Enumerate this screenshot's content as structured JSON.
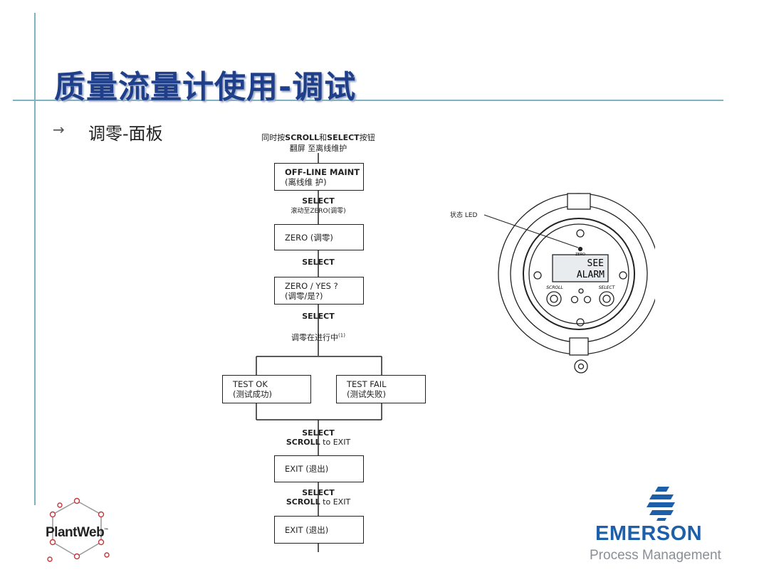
{
  "slide": {
    "title": "质量流量计使用-调试",
    "bullet_arrow": "→",
    "bullet_text": "调零-面板"
  },
  "flowchart": {
    "top_line1_pre": "同时按",
    "top_line1_scroll": "SCROLL",
    "top_line1_mid": "和",
    "top_line1_select": "SELECT",
    "top_line1_post": "按钮",
    "top_line2": "翻屏 至离线维护",
    "box_offline_en": "OFF-LINE MAINT",
    "box_offline_cn": "(离线维 护)",
    "select_1": "SELECT",
    "scroll_to_zero": "滚动至ZERO(调零)",
    "box_zero": "ZERO (调零)",
    "select_2": "SELECT",
    "box_zero_yes_en": "ZERO / YES ?",
    "box_zero_yes_cn": "(调零/是?)",
    "select_3": "SELECT",
    "in_progress": "调零在进行中",
    "in_progress_note": "(1)",
    "box_test_ok_en": "TEST OK",
    "box_test_ok_cn": "(测试成功)",
    "box_test_fail_en": "TEST FAIL",
    "box_test_fail_cn": "(测试失败)",
    "select_4": "SELECT",
    "scroll_to_exit_1_bold": "SCROLL",
    "scroll_to_exit_1_rest": " to EXIT",
    "box_exit_1": "EXIT (退出)",
    "select_5": "SELECT",
    "scroll_to_exit_2_bold": "SCROLL",
    "scroll_to_exit_2_rest": " to EXIT",
    "box_exit_2": "EXIT (退出)"
  },
  "device": {
    "led_label": "状态  LED",
    "zero_label": "ZERO",
    "display_line1": "SEE",
    "display_line2": "ALARM",
    "scroll_label": "SCROLL",
    "select_label": "SELECT"
  },
  "branding": {
    "plantweb": "PlantWeb",
    "plantweb_tm": "™",
    "emerson": "EMERSON",
    "process_management": "Process Management"
  },
  "colors": {
    "title": "#1f3f8a",
    "accent_line": "#7fb2c2",
    "emerson_blue": "#1d5fa8",
    "lcd": "#e8ecef"
  }
}
